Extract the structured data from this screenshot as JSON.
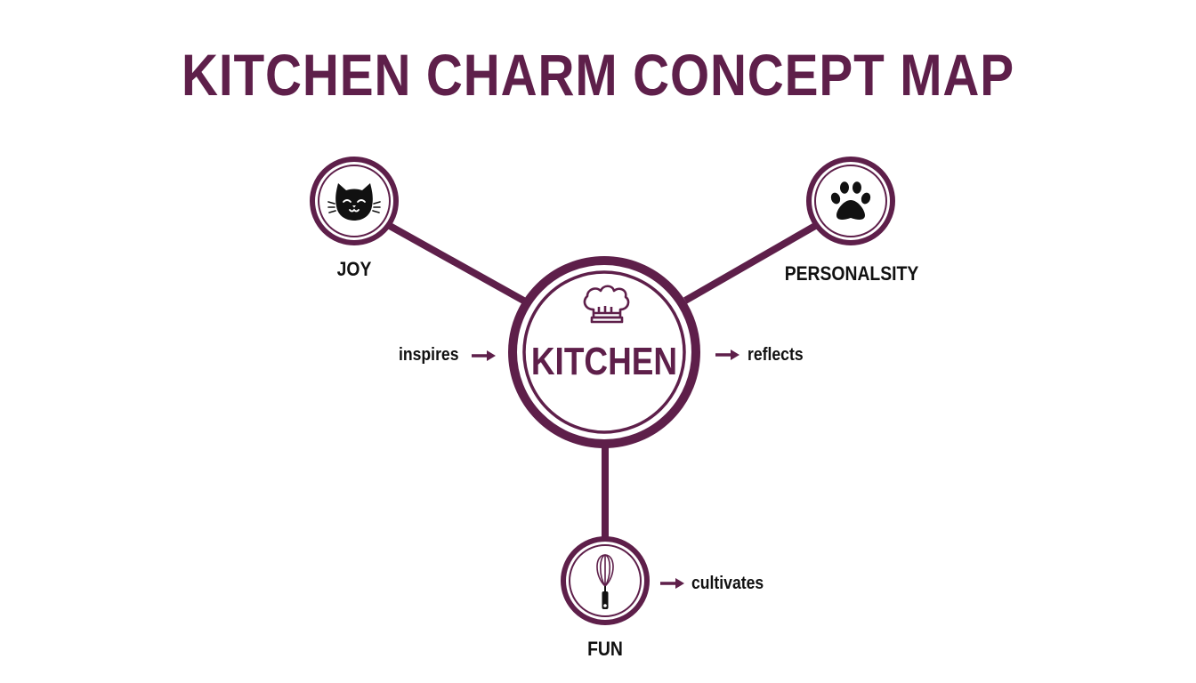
{
  "title": "KITCHEN CHARM CONCEPT MAP",
  "colors": {
    "primary": "#5e1f4a",
    "text": "#111111",
    "icon": "#111111",
    "background": "#ffffff"
  },
  "central_node": {
    "label": "KITCHEN",
    "icon": "chef-hat-icon"
  },
  "nodes": [
    {
      "id": "joy",
      "label": "JOY",
      "icon": "cat-face-icon",
      "position": "top-left"
    },
    {
      "id": "personality",
      "label": "PERSONALSITY",
      "icon": "paw-print-icon",
      "position": "top-right"
    },
    {
      "id": "fun",
      "label": "FUN",
      "icon": "whisk-icon",
      "position": "bottom"
    }
  ],
  "relations": [
    {
      "label": "inspires",
      "arrow": "right",
      "side": "left-of-center"
    },
    {
      "label": "reflects",
      "arrow": "right",
      "side": "right-of-center"
    },
    {
      "label": "cultivates",
      "arrow": "right",
      "side": "right-of-fun"
    }
  ]
}
